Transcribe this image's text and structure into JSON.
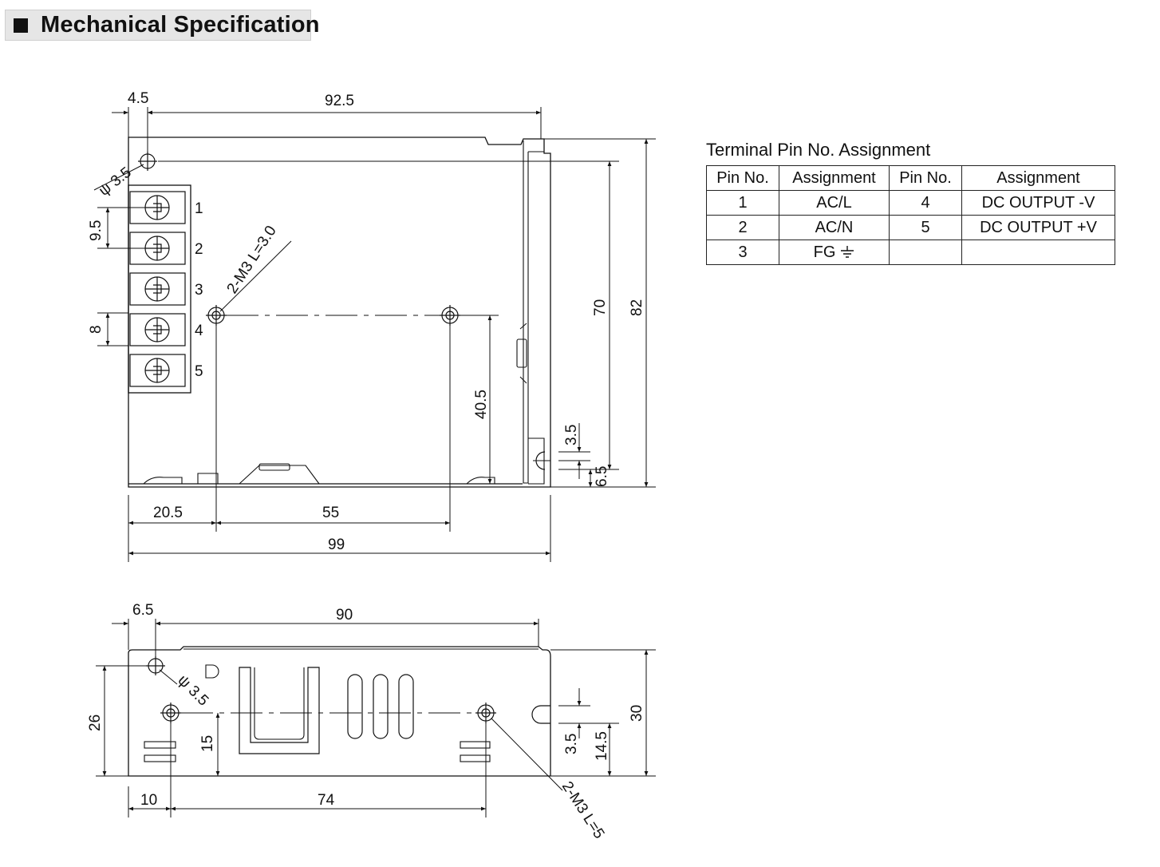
{
  "header": {
    "title": "Mechanical Specification"
  },
  "top_view": {
    "dims": {
      "d4_5": "4.5",
      "d92_5": "92.5",
      "phi3_5": "ψ 3.5",
      "d9_5": "9.5",
      "d8": "8",
      "m3_top": "2-M3 L=3.0",
      "d70": "70",
      "d82": "82",
      "d40_5": "40.5",
      "d3_5": "3.5",
      "d6_5": "6.5",
      "d20_5": "20.5",
      "d55": "55",
      "d99": "99"
    },
    "terminal_numbers": [
      "1",
      "2",
      "3",
      "4",
      "5"
    ]
  },
  "side_view": {
    "dims": {
      "d6_5": "6.5",
      "d90": "90",
      "phi3_5": "ψ 3.5",
      "d26": "26",
      "d15": "15",
      "d3_5": "3.5",
      "d14_5": "14.5",
      "d30": "30",
      "d10": "10",
      "d74": "74",
      "m3_side": "2-M3 L=5"
    }
  },
  "pin_table": {
    "title": "Terminal Pin No.  Assignment",
    "headers": [
      "Pin No.",
      "Assignment",
      "Pin No.",
      "Assignment"
    ],
    "rows": [
      [
        "1",
        "AC/L",
        "4",
        "DC OUTPUT -V"
      ],
      [
        "2",
        "AC/N",
        "5",
        "DC OUTPUT +V"
      ],
      [
        "3",
        "FG",
        "",
        ""
      ]
    ]
  }
}
